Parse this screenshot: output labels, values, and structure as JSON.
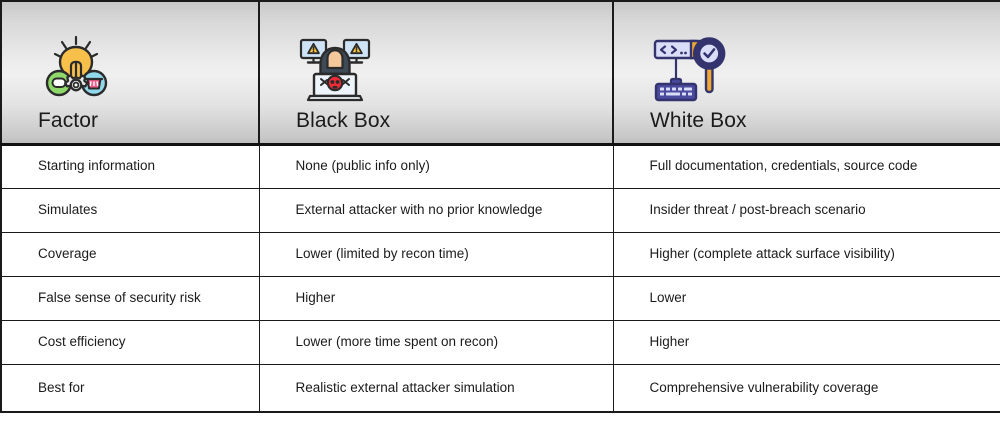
{
  "table": {
    "columns": [
      {
        "key": "factor",
        "label": "Factor",
        "icon": "idea-gear-icon"
      },
      {
        "key": "black_box",
        "label": "Black Box",
        "icon": "hacker-laptop-icon"
      },
      {
        "key": "white_box",
        "label": "White Box",
        "icon": "code-magnifier-keyboard-icon"
      }
    ],
    "rows": [
      {
        "factor": "Starting information",
        "black_box": "None (public info only)",
        "white_box": "Full documentation, credentials, source code"
      },
      {
        "factor": "Simulates",
        "black_box": "External attacker with no prior knowledge",
        "white_box": "Insider threat / post-breach scenario"
      },
      {
        "factor": "Coverage",
        "black_box": "Lower (limited by recon time)",
        "white_box": "Higher (complete attack surface visibility)"
      },
      {
        "factor": "False sense of security risk",
        "black_box": "Higher",
        "white_box": "Lower"
      },
      {
        "factor": "Cost efficiency",
        "black_box": "Lower (more time spent on recon)",
        "white_box": "Higher"
      },
      {
        "factor": "Best for",
        "black_box": "Realistic external attacker simulation",
        "white_box": "Comprehensive vulnerability coverage"
      }
    ]
  },
  "colors": {
    "border": "#1a1a1a",
    "text": "#1b1b1b",
    "header_gradient_top": "#c9c9c9",
    "header_gradient_mid": "#f0f0f0",
    "header_gradient_bottom": "#bdbdbd",
    "bulb_yellow": "#f7c04a",
    "gear_gray": "#e3e3e3",
    "green_circle": "#8fd96b",
    "cyan_circle": "#8fd9ea",
    "pink_basket": "#ef5a8a",
    "hoodie_dark": "#3f4a57",
    "monitor_blue": "#cfe3f7",
    "warning_yellow": "#f6c33a",
    "skull_red": "#ee2a35",
    "indigo": "#4a4a9e",
    "indigo_dark": "#33336e",
    "lavender": "#d9ddf7",
    "amber": "#f0a830"
  }
}
